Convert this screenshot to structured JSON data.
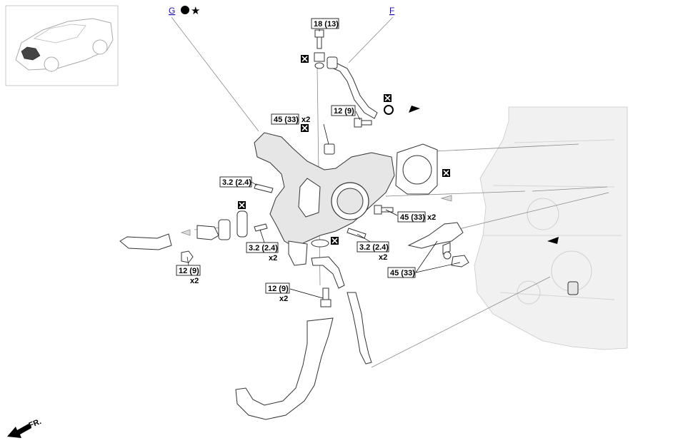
{
  "diagram": {
    "links": {
      "g": "G",
      "f": "F"
    },
    "torque_labels": {
      "t18_13": "18 (13)",
      "t45_33_top": "45 (33)",
      "t12_9_pipe": "12 (9)",
      "t3_2_left": "3.2 (2.4)",
      "t3_2_mid": "3.2 (2.4)",
      "t3_2_right": "3.2 (2.4)",
      "t45_33_mid": "45 (33)",
      "t45_33_bottom": "45 (33)",
      "t12_9_left": "12 (9)",
      "t12_9_center": "12 (9)"
    },
    "multipliers": {
      "m45_top": "x2",
      "m3_2_mid": "x2",
      "m3_2_right": "x2",
      "m45_mid": "x2",
      "m12_left": "x2",
      "m12_center": "x2"
    },
    "front_label": "FR."
  }
}
